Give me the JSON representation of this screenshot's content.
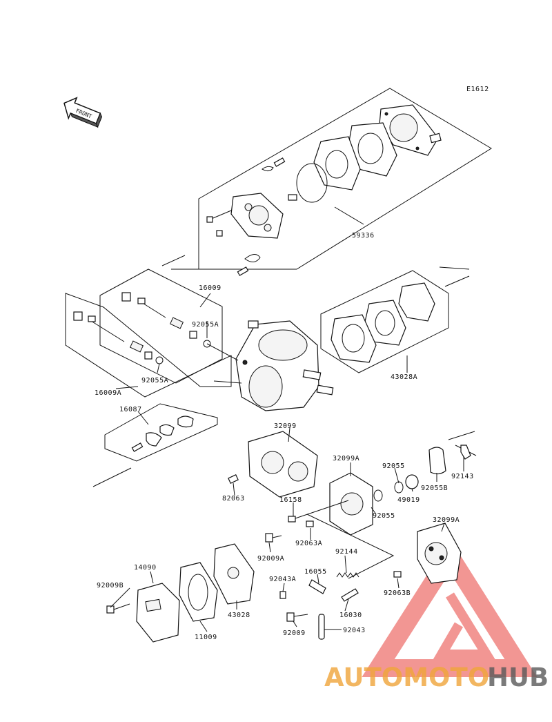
{
  "diagram": {
    "code": "E1612",
    "front_label": "FRONT",
    "part_labels": [
      {
        "id": "59336",
        "text": "59336"
      },
      {
        "id": "16009",
        "text": "16009"
      },
      {
        "id": "92055a-top",
        "text": "92055A"
      },
      {
        "id": "92055a-bottom",
        "text": "92055A"
      },
      {
        "id": "16009a",
        "text": "16009A"
      },
      {
        "id": "43028a",
        "text": "43028A"
      },
      {
        "id": "16087",
        "text": "16087"
      },
      {
        "id": "32099",
        "text": "32099"
      },
      {
        "id": "32099a",
        "text": "32099A"
      },
      {
        "id": "92055-upper",
        "text": "92055"
      },
      {
        "id": "92055-lower",
        "text": "92055"
      },
      {
        "id": "49019",
        "text": "49019"
      },
      {
        "id": "92055b",
        "text": "92055B"
      },
      {
        "id": "92143",
        "text": "92143"
      },
      {
        "id": "82063",
        "text": "82063"
      },
      {
        "id": "16158",
        "text": "16158"
      },
      {
        "id": "92063a",
        "text": "92063A"
      },
      {
        "id": "92009a",
        "text": "92009A"
      },
      {
        "id": "92144",
        "text": "92144"
      },
      {
        "id": "32099a-2",
        "text": "32099A"
      },
      {
        "id": "92043a",
        "text": "92043A"
      },
      {
        "id": "16055",
        "text": "16055"
      },
      {
        "id": "92063b",
        "text": "92063B"
      },
      {
        "id": "14090",
        "text": "14090"
      },
      {
        "id": "92009b",
        "text": "92009B"
      },
      {
        "id": "11009",
        "text": "11009"
      },
      {
        "id": "43028",
        "text": "43028"
      },
      {
        "id": "16030",
        "text": "16030"
      },
      {
        "id": "92009",
        "text": "92009"
      },
      {
        "id": "92043",
        "text": "92043"
      }
    ]
  },
  "watermark": {
    "brand_part1": "AUTOMOTO",
    "brand_part2": "HUB",
    "color_primary": "#e8413c",
    "color_secondary": "#f0a53a",
    "color_dark": "#3a3a3a"
  }
}
